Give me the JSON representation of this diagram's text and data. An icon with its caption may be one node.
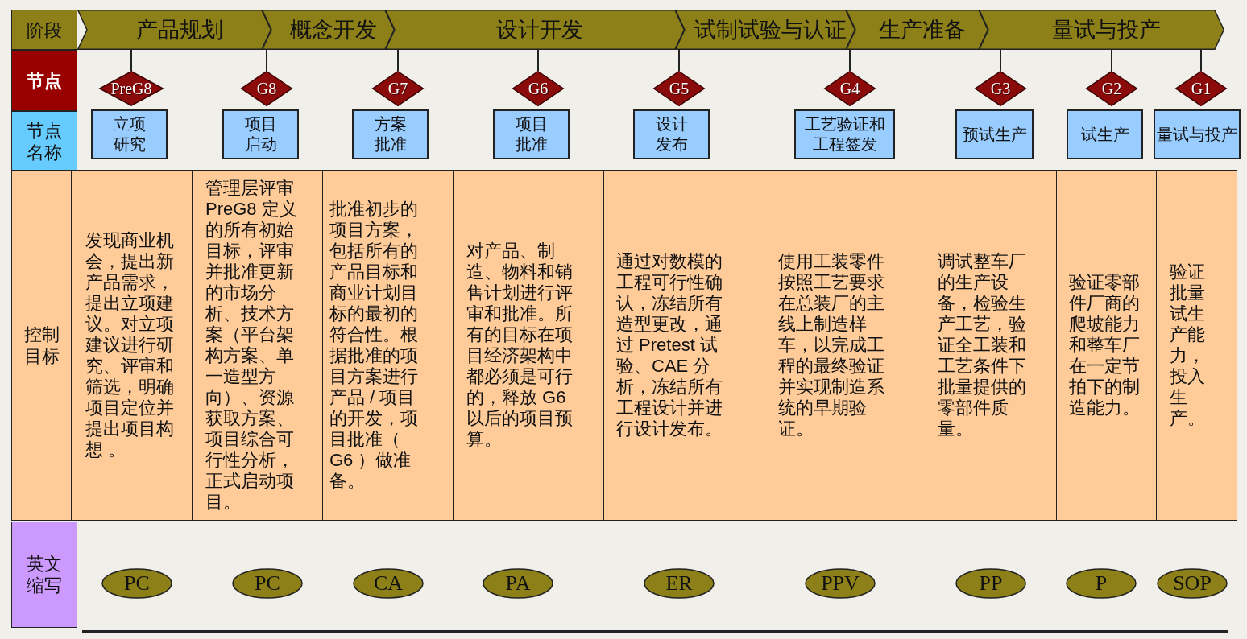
{
  "diagram": {
    "nodes": [
      {
        "text": [
          "阶段"
        ]
      },
      {
        "text": [
          "产品规划"
        ]
      },
      {
        "text": [
          "概念开发"
        ]
      },
      {
        "text": [
          "设计开发"
        ]
      },
      {
        "text": [
          "试制试验与认证"
        ]
      },
      {
        "text": [
          "生产准备"
        ]
      },
      {
        "text": [
          "量试与投产"
        ]
      },
      {
        "text": [
          "节点"
        ]
      },
      {
        "text": [
          "PreG8"
        ]
      },
      {
        "text": [
          "G8"
        ]
      },
      {
        "text": [
          "G7"
        ]
      },
      {
        "text": [
          "G6"
        ]
      },
      {
        "text": [
          "G5"
        ]
      },
      {
        "text": [
          "G4"
        ]
      },
      {
        "text": [
          "G3"
        ]
      },
      {
        "text": [
          "G2"
        ]
      },
      {
        "text": [
          "G1"
        ]
      },
      {
        "text": [
          "节点名称"
        ]
      },
      {
        "text": [
          "立项研究"
        ]
      },
      {
        "text": [
          "项目启动"
        ]
      },
      {
        "text": [
          "方案批准"
        ]
      },
      {
        "text": [
          "项目批准"
        ]
      },
      {
        "text": [
          "设计发布"
        ]
      },
      {
        "text": [
          "工艺验证和工程签发"
        ]
      },
      {
        "text": [
          "预试生产"
        ]
      },
      {
        "text": [
          "试生产"
        ]
      },
      {
        "text": [
          "量试与投产"
        ]
      },
      {
        "text": [
          "控制目标"
        ]
      },
      {
        "text": [
          "发现商业机会，提出新产品需求，提出立项建议。对立项建议进行研究、评审和筛选，明确项目定位并提出项目构想 。"
        ]
      },
      {
        "text": [
          "管理层评审PreG8 定义的所有初始目标，评审并批准更新的市场分析、技术方案（平台架构方案、单一造型方向）、资源获取方案、项目综合可行性分析，正式启动项目。"
        ]
      },
      {
        "text": [
          "批准初步的项目方案，包括所有的产品目标和商业计划目标的最初的符合性。根据批准的项目方案进行产品 / 项目的开发，项目批准（ G6 ）做准备。"
        ]
      },
      {
        "text": [
          "对产品、制造、物料和销售计划进行评审和批准。所有的目标在项目经济架构中都必须是可行的，释放 G6 以后的项目预算。"
        ]
      },
      {
        "text": [
          "通过对数模的工程可行性确认，冻结所有造型更改，通过 Pretest 试验、CAE 分析，冻结所有工程设计并进行设计发布。"
        ]
      },
      {
        "text": [
          "使用工装零件按照工艺要求在总装厂的主线上制造样车，以完成工程的最终验证并实现制造系统的早期验证。"
        ]
      },
      {
        "text": [
          "调试整车厂的生产设备，检验生产工艺，验证全工装和工艺条件下批量提供的零部件质量。"
        ]
      },
      {
        "text": [
          "验证零部件厂商的爬坡能力和整车厂在一定节拍下的制造能力。"
        ]
      },
      {
        "text": [
          "验证批量试生产能力，投入生产。"
        ]
      },
      {
        "text": [
          "英文缩写"
        ]
      },
      {
        "text": [
          "PC"
        ]
      },
      {
        "text": [
          "PC"
        ]
      },
      {
        "text": [
          "CA"
        ]
      },
      {
        "text": [
          "PA"
        ]
      },
      {
        "text": [
          "ER"
        ]
      },
      {
        "text": [
          "PPV"
        ]
      },
      {
        "text": [
          "PP"
        ]
      },
      {
        "text": [
          "P"
        ]
      },
      {
        "text": [
          "SOP"
        ]
      }
    ],
    "edges": [
      {
        "from": 1,
        "to": 8,
        "arrow": "none"
      },
      {
        "from": 2,
        "to": 9,
        "arrow": "none"
      },
      {
        "from": 3,
        "to": 10,
        "arrow": "none"
      },
      {
        "from": 3,
        "to": 11,
        "arrow": "none"
      },
      {
        "from": 4,
        "to": 12,
        "arrow": "none"
      },
      {
        "from": 5,
        "to": 13,
        "arrow": "none"
      },
      {
        "from": 6,
        "to": 14,
        "arrow": "none"
      },
      {
        "from": 6,
        "to": 15,
        "arrow": "none"
      },
      {
        "from": 6,
        "to": 16,
        "arrow": "none"
      }
    ]
  }
}
